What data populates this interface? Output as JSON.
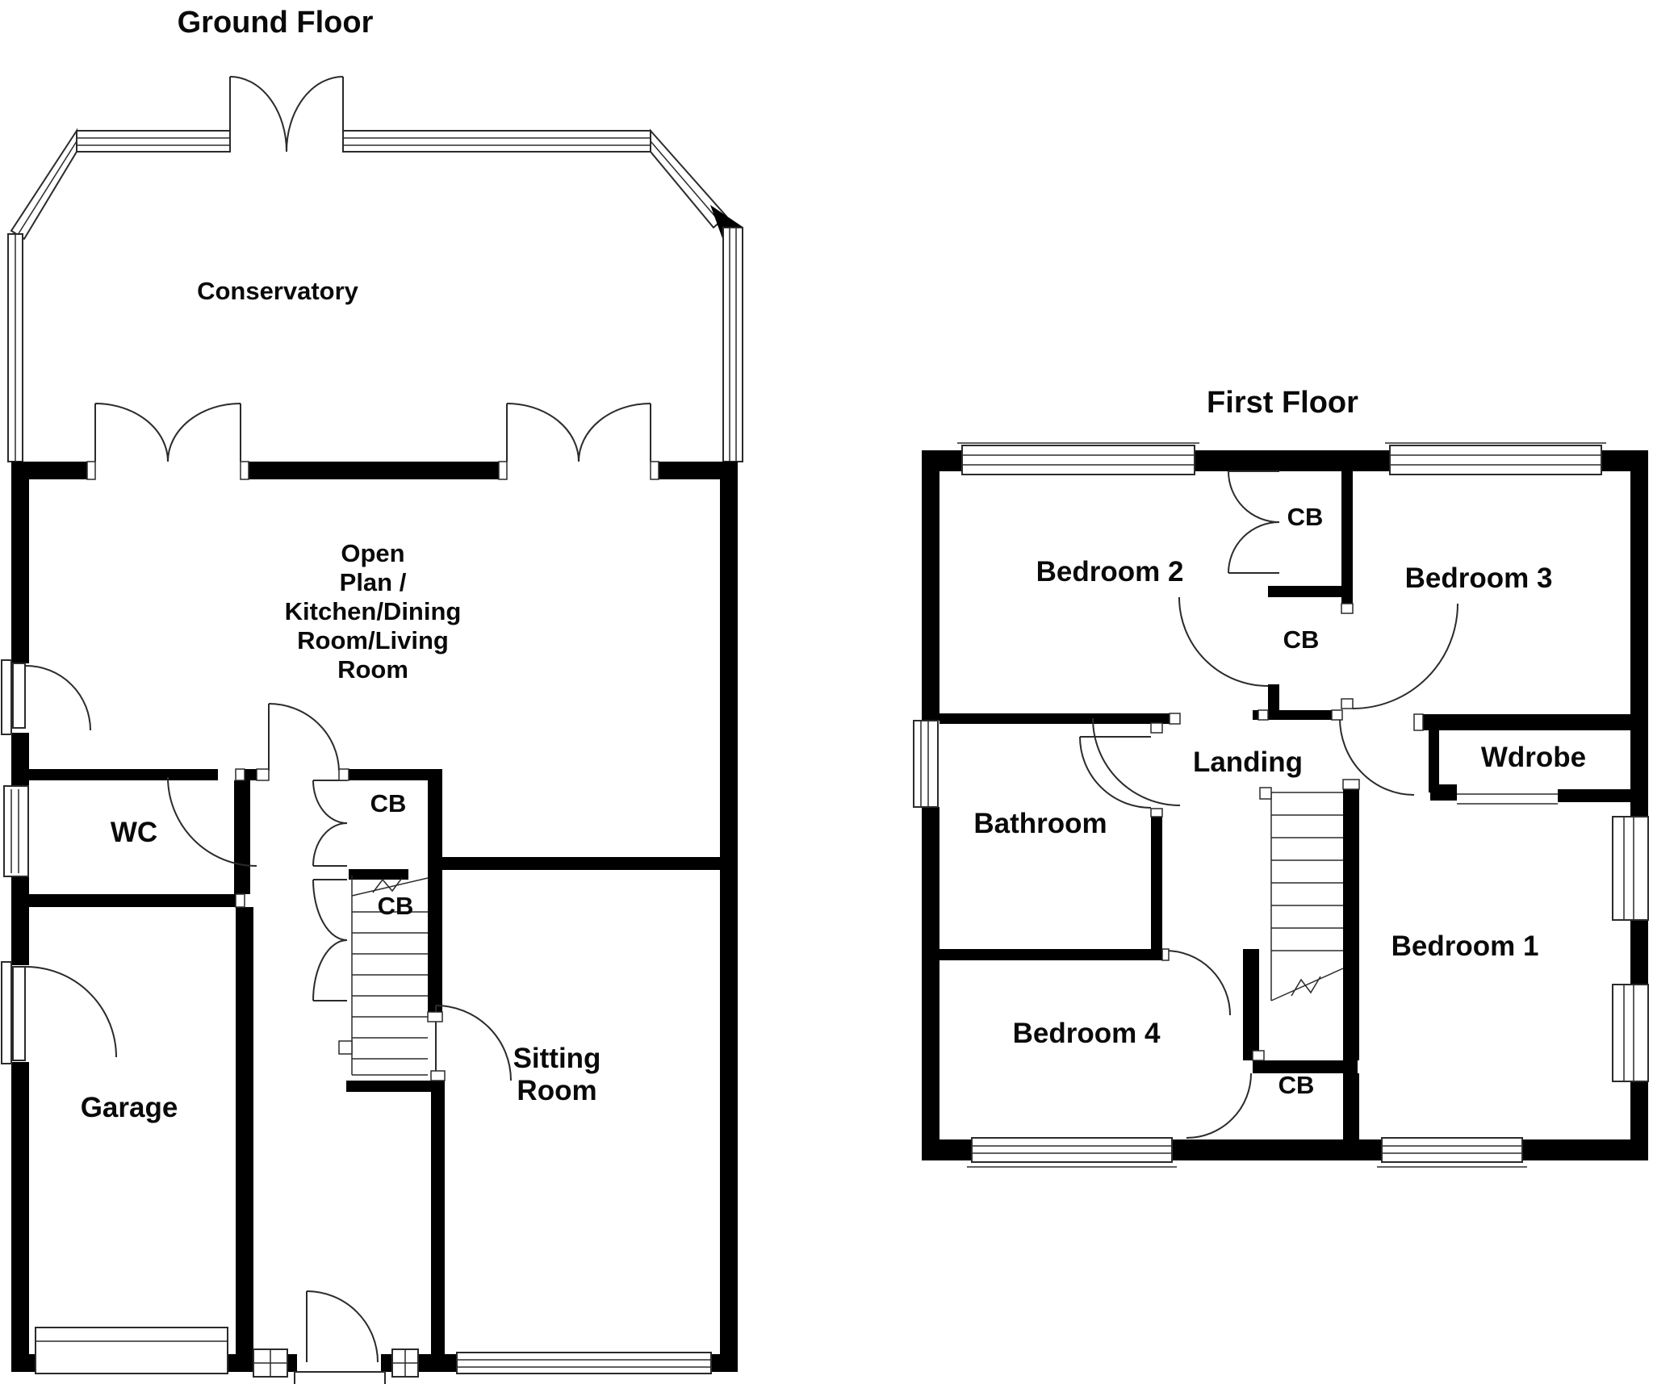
{
  "colors": {
    "wall": "#000000",
    "line": "#2b2b2b",
    "background": "#ffffff",
    "text": "#0a0a0a"
  },
  "ground_floor": {
    "title": "Ground Floor",
    "labels": {
      "conservatory": "Conservatory",
      "open_plan_lines": [
        "Open",
        "Plan /",
        "Kitchen/Dining",
        "Room/Living",
        "Room"
      ],
      "wc": "WC",
      "cb_upper": "CB",
      "cb_lower": "CB",
      "garage": "Garage",
      "sitting_room_lines": [
        "Sitting",
        "Room"
      ]
    }
  },
  "first_floor": {
    "title": "First Floor",
    "labels": {
      "bedroom_2": "Bedroom 2",
      "cb_upper": "CB",
      "bedroom_3": "Bedroom 3",
      "cb_middle": "CB",
      "landing": "Landing",
      "wardrobe": "Wdrobe",
      "bathroom": "Bathroom",
      "bedroom_1": "Bedroom 1",
      "bedroom_4": "Bedroom 4",
      "cb_lower": "CB"
    }
  }
}
